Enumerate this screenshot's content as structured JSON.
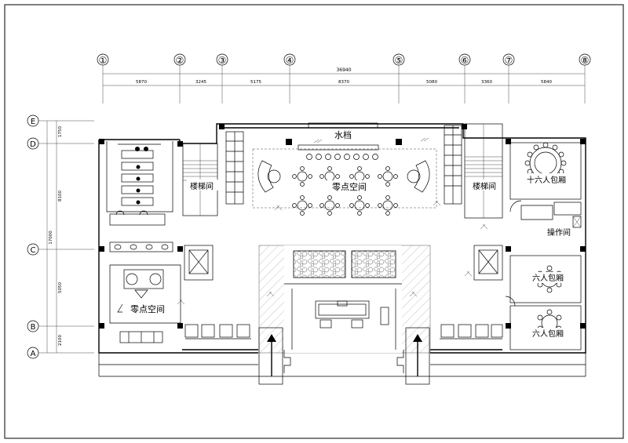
{
  "axes": {
    "columns": [
      {
        "label": "①"
      },
      {
        "label": "②"
      },
      {
        "label": "③"
      },
      {
        "label": "④"
      },
      {
        "label": "⑤"
      },
      {
        "label": "⑥"
      },
      {
        "label": "⑦"
      },
      {
        "label": "⑧"
      }
    ],
    "rows": [
      {
        "label": "E"
      },
      {
        "label": "D"
      },
      {
        "label": "C"
      },
      {
        "label": "B"
      },
      {
        "label": "A"
      }
    ]
  },
  "dimensions": {
    "total": "36940",
    "spans": [
      "5870",
      "3245",
      "5175",
      "8370",
      "5080",
      "3360",
      "5840"
    ],
    "vertical_total": "17000",
    "vertical_spans": [
      "1750",
      "8100",
      "5050",
      "2100"
    ]
  },
  "rooms": {
    "water_bar": "水档",
    "lounge_center": "零点空间",
    "lounge_left": "零点空间",
    "stair_left": "楼梯间",
    "stair_right": "楼梯间",
    "private_room_10": "十六人包厢",
    "operation_room": "操作间",
    "private_room_6a": "六人包厢",
    "private_room_6b": "六人包厢"
  }
}
